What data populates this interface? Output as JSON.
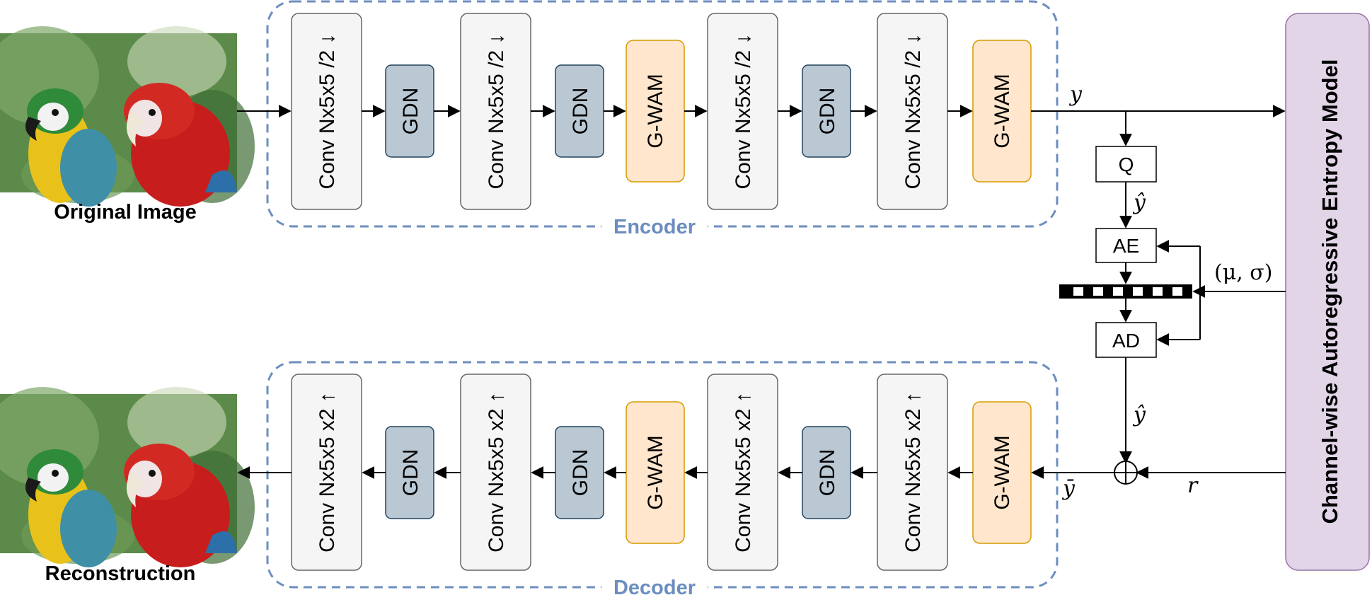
{
  "colors": {
    "conv_fill": "#f5f5f5",
    "conv_stroke": "#666666",
    "gdn_fill": "#bac8d3",
    "gdn_stroke": "#23445d",
    "gwam_fill": "#ffe6cc",
    "gwam_stroke": "#d79b00",
    "group_border": "#6c8ebf",
    "entropy_fill": "#e1d5e7",
    "entropy_stroke": "#9673a6"
  },
  "images": {
    "original_caption": "Original Image",
    "reconstruction_caption": "Reconstruction"
  },
  "encoder": {
    "label": "Encoder",
    "blocks": [
      "Conv Nx5x5 /2 ↓",
      "GDN",
      "Conv Nx5x5 /2 ↓",
      "GDN",
      "G-WAM",
      "Conv Nx5x5 /2 ↓",
      "GDN",
      "Conv Nx5x5 /2 ↓",
      "G-WAM"
    ]
  },
  "decoder": {
    "label": "Decoder",
    "blocks": [
      "Conv Nx5x5 x2 ↑",
      "GDN",
      "Conv Nx5x5 x2 ↑",
      "GDN",
      "G-WAM",
      "Conv Nx5x5 x2 ↑",
      "GDN",
      "Conv Nx5x5 x2 ↑",
      "G-WAM"
    ]
  },
  "entropy_model": {
    "label": "Channel-wise Autoregressive Entropy Model"
  },
  "coding": {
    "quantizer": "Q",
    "arithmetic_encoder": "AE",
    "arithmetic_decoder": "AD"
  },
  "symbols": {
    "y": "y",
    "y_hat": "ŷ",
    "y_hat_2": "ŷ",
    "y_bar": "ȳ",
    "mu_sigma": "(μ, σ)",
    "r": "r",
    "plus": "⊕"
  }
}
